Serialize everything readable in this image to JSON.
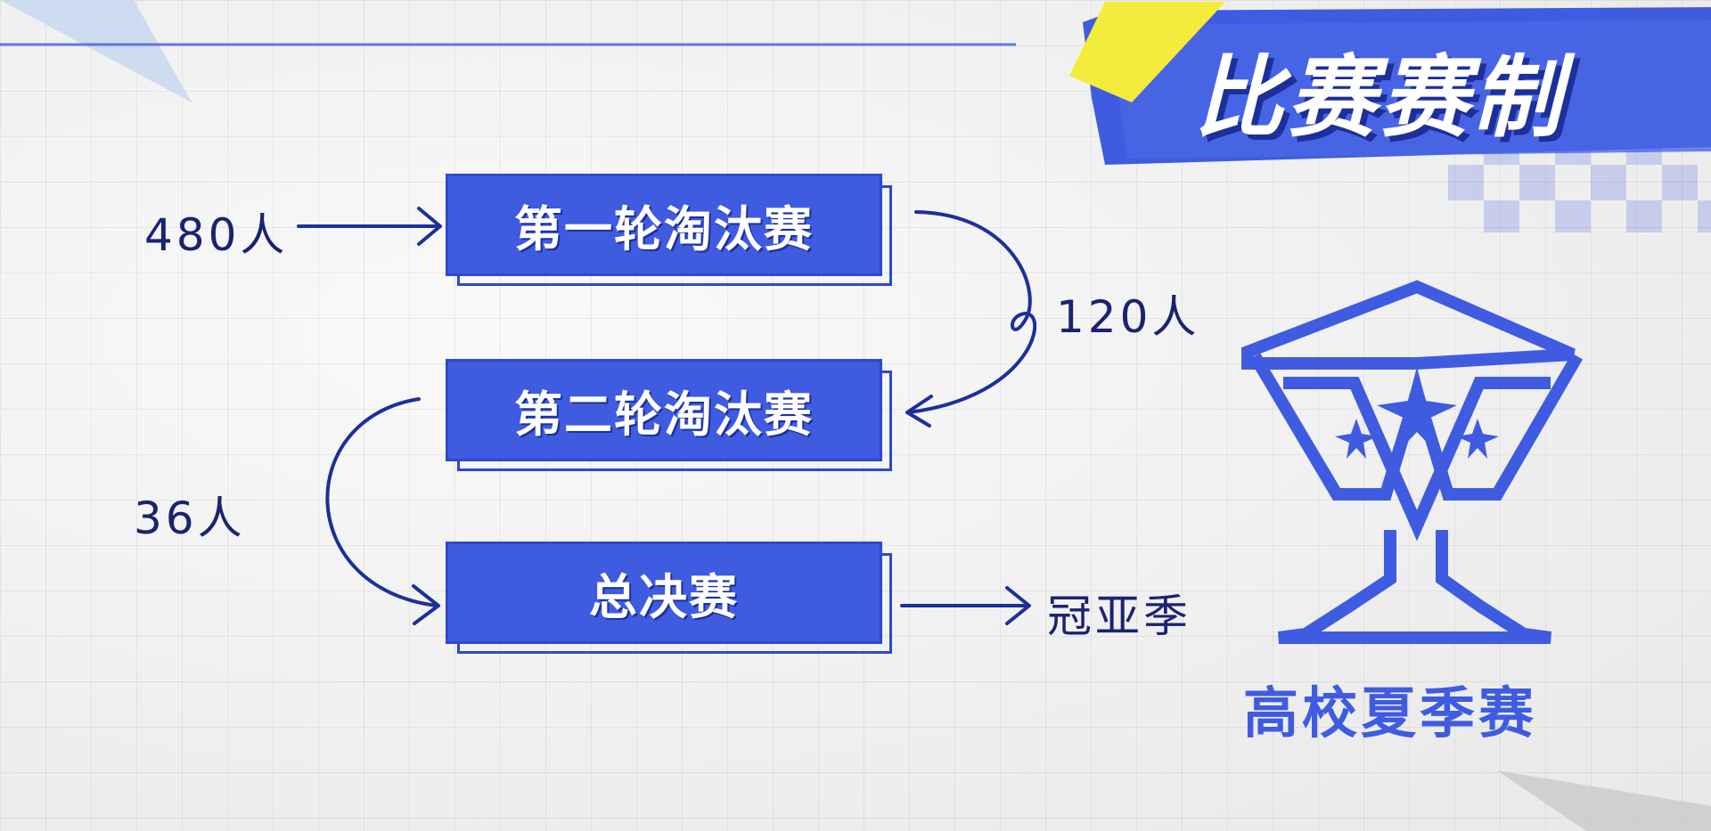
{
  "title": "比赛赛制",
  "stages": [
    {
      "label": "第一轮淘汰赛"
    },
    {
      "label": "第二轮淘汰赛"
    },
    {
      "label": "总决赛"
    }
  ],
  "counts": {
    "entrants": "480人",
    "after_round_one": "120人",
    "after_round_two": "36人",
    "final_result": "冠亚季"
  },
  "logo_caption": "高校夏季赛",
  "colors": {
    "accent": "#3f5ce0",
    "dark_blue": "#1d2f9a",
    "text_dark": "#1a2370",
    "yellow": "#f4ec3a",
    "background": "#ededed"
  },
  "icons": [
    "trophy-icon",
    "star-icon"
  ]
}
